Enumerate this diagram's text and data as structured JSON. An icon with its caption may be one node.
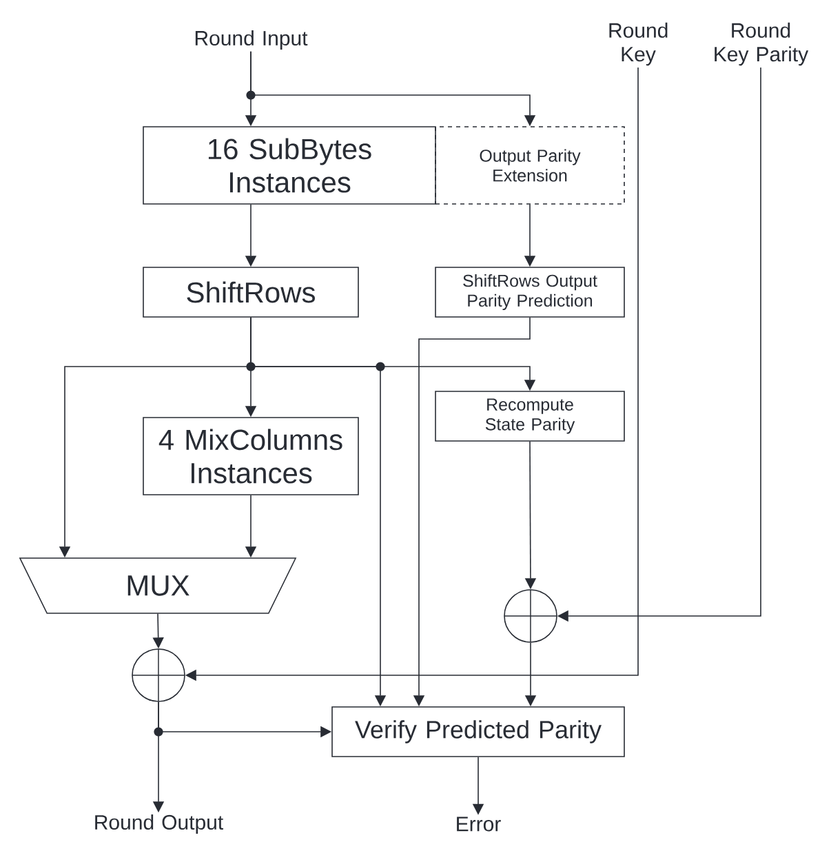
{
  "diagram": {
    "nodes": [
      {
        "text": [
          "Round Input"
        ]
      },
      {
        "text": [
          "Round Key"
        ]
      },
      {
        "text": [
          "Round Key Parity"
        ]
      },
      {
        "text": [
          "16 SubBytes Instances"
        ]
      },
      {
        "text": [
          "Output Parity Extension"
        ]
      },
      {
        "text": [
          "ShiftRows"
        ]
      },
      {
        "text": [
          "ShiftRows Output Parity Prediction"
        ]
      },
      {
        "text": [
          "Recompute State Parity"
        ]
      },
      {
        "text": [
          "4 MixColumns Instances"
        ]
      },
      {
        "text": [
          "MUX"
        ]
      },
      {
        "text": [],
        "shape": "circle"
      },
      {
        "text": [],
        "shape": "circle"
      },
      {
        "text": [
          "Verify Predicted Parity"
        ]
      },
      {
        "text": [
          "Round Output"
        ]
      },
      {
        "text": [
          "Error"
        ]
      }
    ],
    "edges": [
      {
        "from": 0,
        "to": 3,
        "arrow": "to"
      },
      {
        "from": 0,
        "to": 4,
        "arrow": "to"
      },
      {
        "from": 3,
        "to": 5,
        "arrow": "to"
      },
      {
        "from": 4,
        "to": 6,
        "arrow": "to"
      },
      {
        "from": 5,
        "to": 8,
        "arrow": "to"
      },
      {
        "from": 5,
        "to": 9,
        "arrow": "to"
      },
      {
        "from": 5,
        "to": 7,
        "arrow": "to"
      },
      {
        "from": 5,
        "to": 12,
        "arrow": "to"
      },
      {
        "from": 6,
        "to": 12,
        "arrow": "to"
      },
      {
        "from": 8,
        "to": 9,
        "arrow": "to"
      },
      {
        "from": 7,
        "to": 10,
        "arrow": "to"
      },
      {
        "from": 2,
        "to": 10,
        "arrow": "to"
      },
      {
        "from": 1,
        "to": 11,
        "arrow": "to"
      },
      {
        "from": 9,
        "to": 11,
        "arrow": "to"
      },
      {
        "from": 10,
        "to": 12,
        "arrow": "to"
      },
      {
        "from": 11,
        "to": 13,
        "arrow": "to"
      },
      {
        "from": 11,
        "to": 12,
        "arrow": "to"
      },
      {
        "from": 12,
        "to": 14,
        "arrow": "to"
      }
    ]
  }
}
